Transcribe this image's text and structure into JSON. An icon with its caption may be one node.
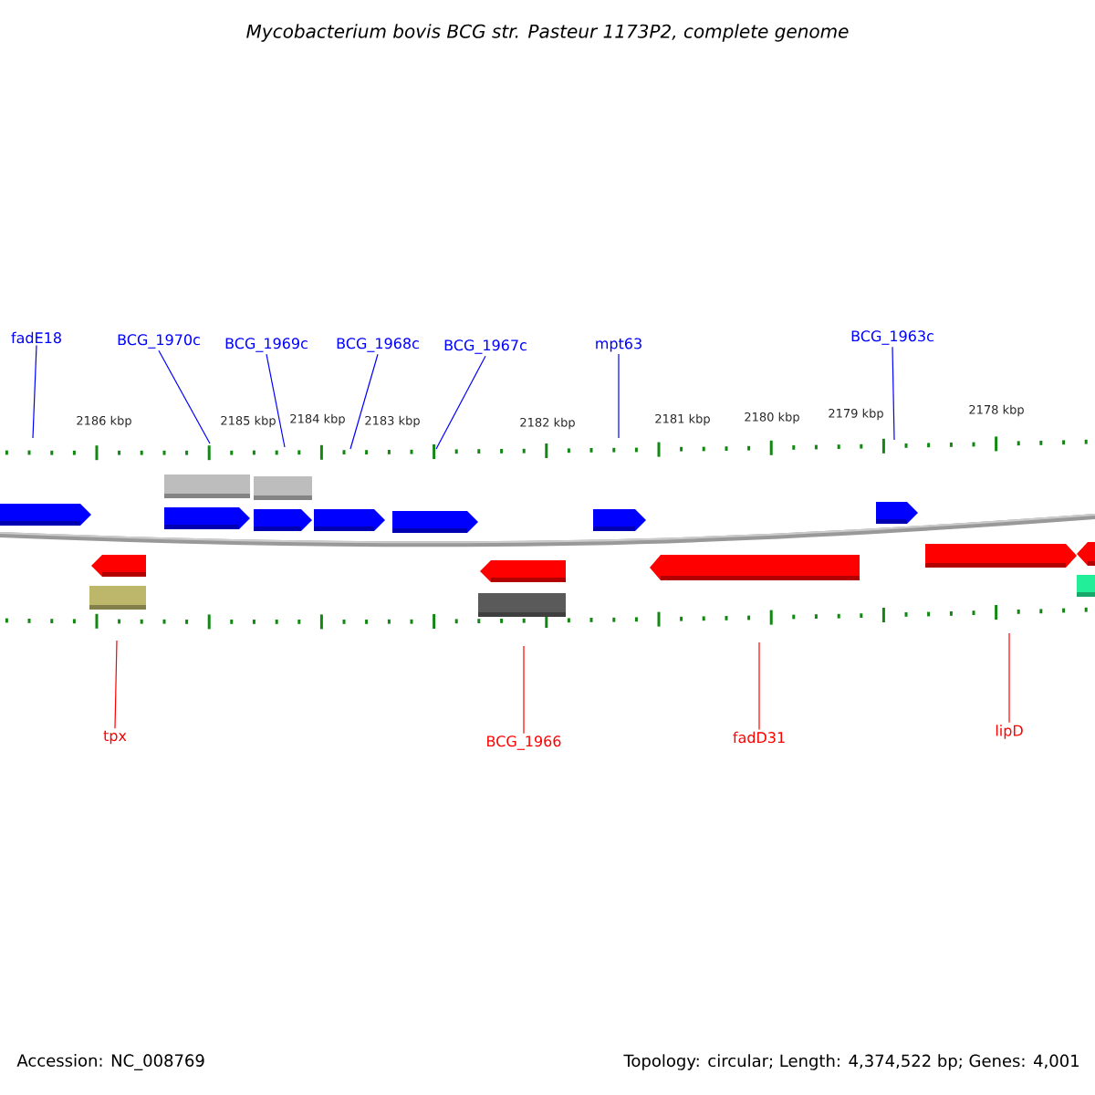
{
  "diagram": {
    "title": "*Mycobacterium bovis* BCG str. Pasteur 1173P2, complete genome",
    "nodes": [
      {
        "text": [
          "fadE18"
        ]
      },
      {
        "text": [
          "BCG_1970c"
        ]
      },
      {
        "text": [
          "BCG_1969c"
        ]
      },
      {
        "text": [
          "BCG_1968c"
        ]
      },
      {
        "text": [
          "BCG_1967c"
        ]
      },
      {
        "text": [
          "mpt63"
        ]
      },
      {
        "text": [
          "BCG_1963c"
        ]
      },
      {
        "text": [
          "tpx"
        ]
      },
      {
        "text": [
          "BCG_1966"
        ]
      },
      {
        "text": [
          "fadD31"
        ]
      },
      {
        "text": [
          "lipD"
        ]
      }
    ],
    "edges": [
      {
        "from": 0,
        "to": null,
        "arrow": "none"
      },
      {
        "from": 1,
        "to": null,
        "arrow": "none"
      },
      {
        "from": 2,
        "to": null,
        "arrow": "none"
      },
      {
        "from": 3,
        "to": null,
        "arrow": "none"
      },
      {
        "from": 4,
        "to": null,
        "arrow": "none"
      },
      {
        "from": 5,
        "to": null,
        "arrow": "none"
      },
      {
        "from": 6,
        "to": null,
        "arrow": "none"
      },
      {
        "from": 7,
        "to": null,
        "arrow": "none",
        "color": "#ff0000"
      },
      {
        "from": 8,
        "to": null,
        "arrow": "none",
        "color": "#ff0000"
      },
      {
        "from": 9,
        "to": null,
        "arrow": "none",
        "color": "#ff0000"
      },
      {
        "from": 10,
        "to": null,
        "arrow": "none",
        "color": "#ff0000"
      }
    ],
    "labels": [
      "2186 kbp",
      "2185 kbp",
      "2184 kbp",
      "2183 kbp",
      "2182 kbp",
      "2181 kbp",
      "2180 kbp",
      "2179 kbp",
      "2178 kbp",
      "Accession: NC_008769",
      "Topology: circular; Length: 4,374,522 bp; Genes: 4,001"
    ]
  }
}
